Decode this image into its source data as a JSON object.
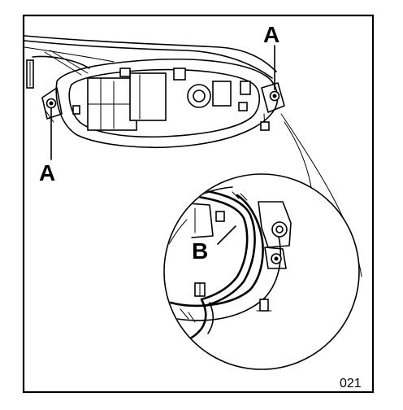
{
  "labels": {
    "callout_a_top": "A",
    "callout_a_left": "A",
    "callout_b": "B",
    "figure_number": "021"
  }
}
